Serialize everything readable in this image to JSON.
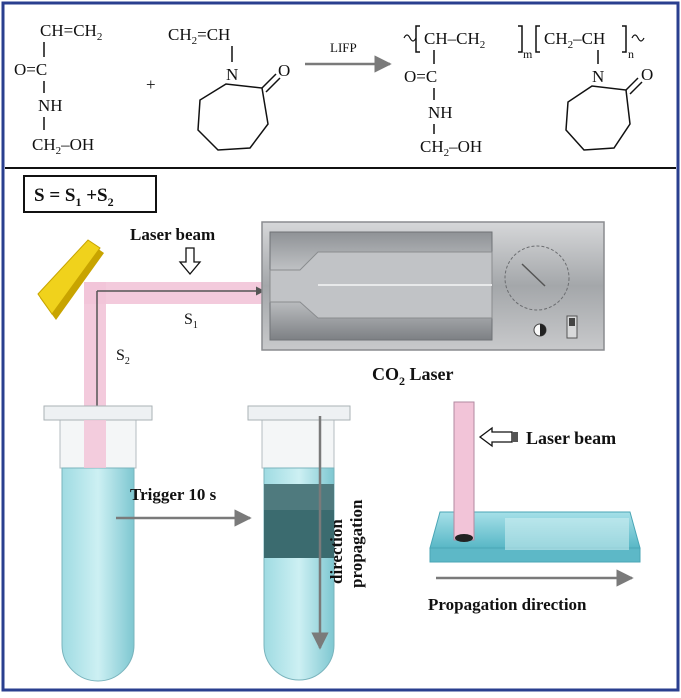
{
  "reaction": {
    "monomer1": {
      "line1": "CH=CH",
      "line1_sub": "2",
      "line2": "O=C",
      "line3": "NH",
      "line4": "CH",
      "line4_sub": "2",
      "line4_tail": "–OH"
    },
    "plus": "+",
    "monomer2": {
      "line1": "CH",
      "line1_sub": "2",
      "line1_tail": "=CH",
      "nitrogen": "N",
      "oxygen": "O"
    },
    "arrow_label": "LIFP",
    "polymer": {
      "unit1": "CH–CH",
      "unit1_sub": "2",
      "m": "m",
      "unit2": "CH",
      "unit2_sub": "2",
      "unit2_tail": "–CH",
      "n": "n",
      "carbonyl": "O=C",
      "nh": "NH",
      "ch2": "CH",
      "ch2_sub": "2",
      "ch2_tail": "–OH",
      "nitrogen": "N",
      "oxygen": "O"
    }
  },
  "equation": {
    "lhs": "S = S",
    "sub1": "1",
    "mid": " +S",
    "sub2": "2"
  },
  "labels": {
    "laser_beam_top": "Laser beam",
    "s1": "S",
    "s1_sub": "1",
    "s2": "S",
    "s2_sub": "2",
    "co2_laser_pre": "CO",
    "co2_laser_sub": "2",
    "co2_laser_post": " Laser",
    "trigger": "Trigger 10 s",
    "direction_line1": "direction",
    "direction_line2": "propagation",
    "laser_beam_right": "Laser beam",
    "propagation_direction": "Propagation direction"
  },
  "colors": {
    "frame": "#2a3f8f",
    "solution": "#7ecfd8",
    "beam": "#f2c4d8",
    "mirror": "#f0d21c",
    "polymer_band": "#3b6b6f",
    "laser_body": "#b7b9bc"
  }
}
